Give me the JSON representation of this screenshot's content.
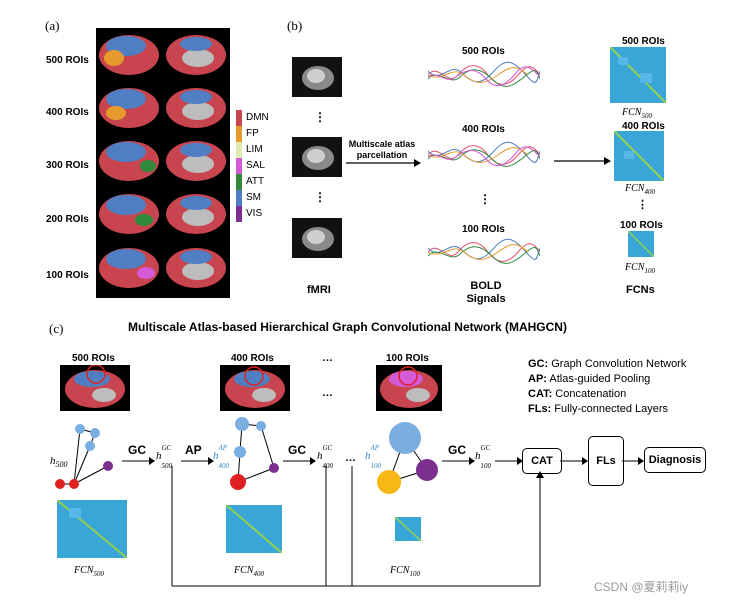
{
  "panel_a": {
    "label": "(a)",
    "rois": [
      "500 ROIs",
      "400 ROIs",
      "300 ROIs",
      "200 ROIs",
      "100 ROIs"
    ],
    "legend": [
      {
        "name": "DMN",
        "color": "#c8454f"
      },
      {
        "name": "FP",
        "color": "#e79a2c"
      },
      {
        "name": "LIM",
        "color": "#dfe9b0"
      },
      {
        "name": "SAL",
        "color": "#d45ad8"
      },
      {
        "name": "ATT",
        "color": "#2f8a3c"
      },
      {
        "name": "SM",
        "color": "#4f7fc2"
      },
      {
        "name": "VIS",
        "color": "#7b2f8e"
      }
    ]
  },
  "panel_b": {
    "label": "(b)",
    "fmri_label": "fMRI",
    "dots": "⋮",
    "parcellation_label_line1": "Multiscale atlas",
    "parcellation_label_line2": "parcellation",
    "bold_rois": [
      "500 ROIs",
      "400 ROIs",
      "100 ROIs"
    ],
    "bold_label_line1": "BOLD",
    "bold_label_line2": "Signals",
    "fcn_rois": [
      "500 ROIs",
      "400 ROIs",
      "100 ROIs"
    ],
    "fcn_names": [
      "FCN",
      "FCN",
      "FCN"
    ],
    "fcn_subs": [
      "500",
      "400",
      "100"
    ],
    "fcns_label": "FCNs"
  },
  "panel_c": {
    "label": "(c)",
    "title": "Multiscale Atlas-based Hierarchical Graph Convolutional Network (MAHGCN)",
    "rois": [
      "500 ROIs",
      "400 ROIs",
      "100 ROIs"
    ],
    "ellipsis": "…",
    "definitions": [
      {
        "key": "GC:",
        "value": " Graph Convolution Network"
      },
      {
        "key": "AP:",
        "value": " Atlas-guided Pooling"
      },
      {
        "key": "CAT:",
        "value": " Concatenation"
      },
      {
        "key": "FLs:",
        "value": " Fully-connected Layers"
      }
    ],
    "gc_label": "GC",
    "ap_label": "AP",
    "h_base": "h",
    "h500": "500",
    "hgc": "GC",
    "hap": "AP",
    "s500": "500",
    "s400": "400",
    "s100": "100",
    "cat_label": "CAT",
    "fls_label": "FLs",
    "diagnosis_label": "Diagnosis",
    "fcn_names": [
      "FCN",
      "FCN",
      "FCN"
    ],
    "fcn_subs": [
      "500",
      "400",
      "100"
    ],
    "ap_color": "#3b87c6"
  },
  "watermark": "CSDN @夏莉莉iy"
}
